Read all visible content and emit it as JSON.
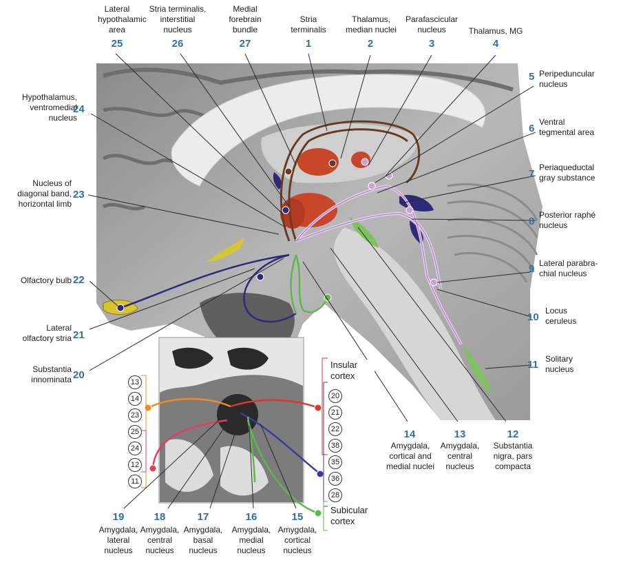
{
  "colors": {
    "number": "#2f6ea8",
    "stria_pathway": "#6b3a1e",
    "ventral_pathway": "#2d2a7a",
    "caudal_pathway": "#c9a2d8",
    "green_pathway": "#5db84a",
    "orange_pathway": "#f08a24",
    "red_pathway": "#d93a2a",
    "thalamus_nuclei": "#c8462a",
    "olfactory_bulb": "#d8c430"
  },
  "labels": [
    {
      "n": "1",
      "text": "Stria\nterminalis"
    },
    {
      "n": "2",
      "text": "Thalamus,\nmedian nuclei"
    },
    {
      "n": "3",
      "text": "Parafascicular\nnucleus"
    },
    {
      "n": "4",
      "text": "Thalamus, MG"
    },
    {
      "n": "5",
      "text": "Peripeduncular\nnucleus"
    },
    {
      "n": "6",
      "text": "Ventral\ntegmental area"
    },
    {
      "n": "7",
      "text": "Periaqueductal\ngray substance"
    },
    {
      "n": "8",
      "text": "Posterior raphé\nnucleus"
    },
    {
      "n": "9",
      "text": "Lateral parabra-\nchial nucleus"
    },
    {
      "n": "10",
      "text": "Locus\nceruleus"
    },
    {
      "n": "11",
      "text": "Solitary\nnucleus"
    },
    {
      "n": "12",
      "text": "Substantia\nnigra, pars\ncompacta"
    },
    {
      "n": "13",
      "text": "Amygdala,\ncentral\nnucleus"
    },
    {
      "n": "14",
      "text": "Amygdala,\ncortical and\nmedial nuclei"
    },
    {
      "n": "15",
      "text": "Amygdala,\ncortical\nnucleus"
    },
    {
      "n": "16",
      "text": "Amygdala,\nmedial\nnucleus"
    },
    {
      "n": "17",
      "text": "Amygdala,\nbasal\nnucleus"
    },
    {
      "n": "18",
      "text": "Amygdala,\ncentral\nnucleus"
    },
    {
      "n": "19",
      "text": "Amygdala,\nlateral\nnucleus"
    },
    {
      "n": "20",
      "text": "Substantia\ninnominata"
    },
    {
      "n": "21",
      "text": "Lateral\nolfactory stria"
    },
    {
      "n": "22",
      "text": "Olfactory bulb"
    },
    {
      "n": "23",
      "text": "Nucleus of\ndiagonal band,\nhorizontal limb"
    },
    {
      "n": "24",
      "text": "Hypothalamus,\nventromedial\nnucleus"
    },
    {
      "n": "25",
      "text": "Lateral\nhypothalamic\narea"
    },
    {
      "n": "26",
      "text": "Stria terminalis,\ninterstitial\nnucleus"
    },
    {
      "n": "27",
      "text": "Medial\nforebrain\nbundle"
    }
  ],
  "inset": {
    "left_refs": [
      "13",
      "14",
      "23",
      "25",
      "24",
      "12",
      "11"
    ],
    "right_refs": [
      "20",
      "21",
      "22",
      "38",
      "35",
      "36",
      "28"
    ],
    "insular_cortex": "Insular\ncortex",
    "subicular_cortex": "Subicular\ncortex"
  }
}
